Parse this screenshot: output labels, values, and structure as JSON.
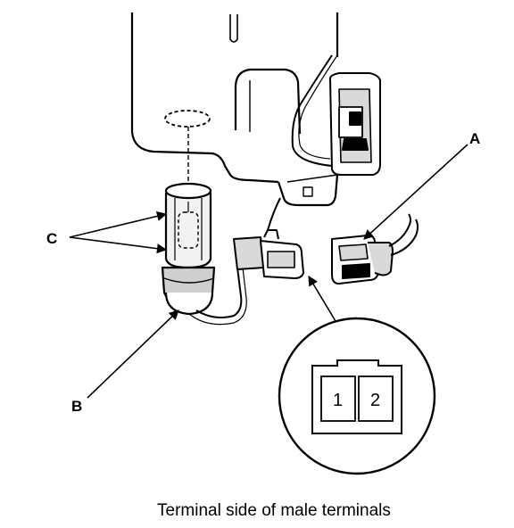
{
  "callouts": {
    "a": "A",
    "b": "B",
    "c": "C"
  },
  "terminal_detail": {
    "pin_1": "1",
    "pin_2": "2",
    "caption": "Terminal side of male terminals"
  },
  "colors": {
    "line": "#000000",
    "background": "#ffffff",
    "shade": "#d9d9d9"
  }
}
